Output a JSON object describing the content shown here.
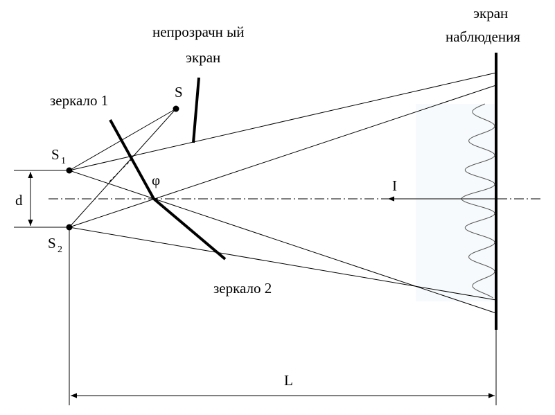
{
  "labels": {
    "screen_observation_line1": "экран",
    "screen_observation_line2": "наблюдения",
    "opaque_screen_line1": "непрозрачн ый",
    "opaque_screen_line2": "экран",
    "mirror1": "зеркало 1",
    "mirror2": "зеркало 2",
    "source": "S",
    "source1": "S",
    "source1_sub": "1",
    "source2": "S",
    "source2_sub": "2",
    "separation": "d",
    "distance": "L",
    "angle": "φ",
    "intensity": "I"
  }
}
